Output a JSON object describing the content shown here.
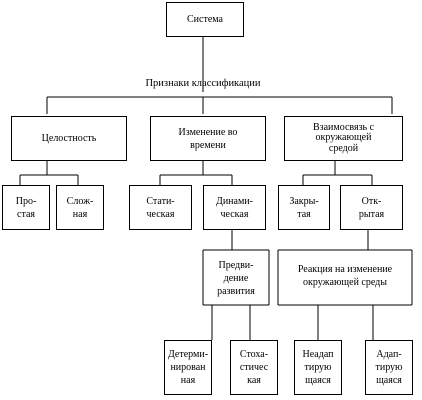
{
  "root": "Система",
  "criteria_label": "Признаки классификации",
  "groups": {
    "integrity": "Целостность",
    "time_change": "Изменение во\nвремени",
    "environment": "Взаимосвязь с\nокружающей\nсредой"
  },
  "integrity_types": [
    "Про-\nстая",
    "Слож-\nная"
  ],
  "time_types": [
    "Стати-\nческая",
    "Динами-\nческая"
  ],
  "environment_types": [
    "Закры-\nтая",
    "Отк-\nрытая"
  ],
  "predictability": "Предви-\nдение\nразвития",
  "predictability_types": [
    "Детерми-\nнирован\nная",
    "Стоха-\nстичес\nкая"
  ],
  "reaction": "Реакция на изменение\nокружающей среды",
  "reaction_types": [
    "Неадап\nтирую\nщаяся",
    "Адап-\nтирую\nщаяся"
  ]
}
